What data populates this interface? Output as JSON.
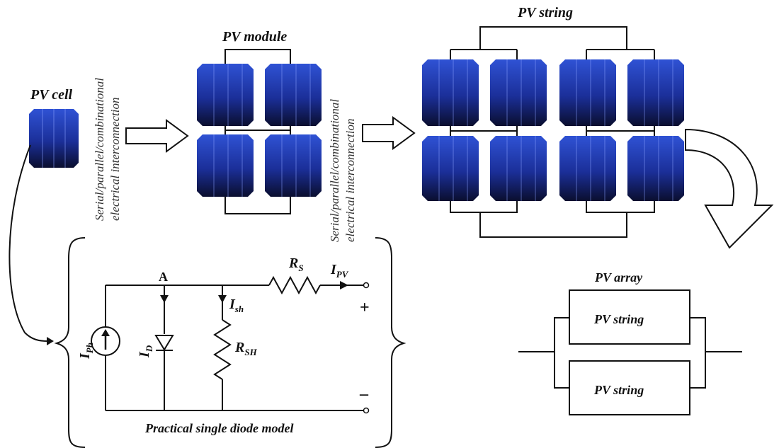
{
  "labels": {
    "pv_cell": "PV cell",
    "pv_module": "PV module",
    "pv_string_top": "PV string",
    "interconnect_1_line1": "Serial/parallel/combinational",
    "interconnect_1_line2": "electrical interconnection",
    "interconnect_2_line1": "Serial/parallel/combinational",
    "interconnect_2_line2": "electrical interconnection",
    "pv_array": "PV array",
    "array_string_1": "PV string",
    "array_string_2": "PV string"
  },
  "circuit": {
    "node_a": "A",
    "rs_main": "R",
    "rs_sub": "S",
    "ipv_main": "I",
    "ipv_sub": "PV",
    "ish_main": "I",
    "ish_sub": "sh",
    "id_main": "I",
    "id_sub": "D",
    "iph_main": "I",
    "iph_sub": "Ph",
    "rsh_main": "R",
    "rsh_sub": "SH",
    "plus": "+",
    "minus": "–",
    "caption": "Practical single diode model"
  },
  "colors": {
    "cell_top": "#2f52d4",
    "cell_bottom": "#0a0e2e",
    "wire": "#111111"
  }
}
